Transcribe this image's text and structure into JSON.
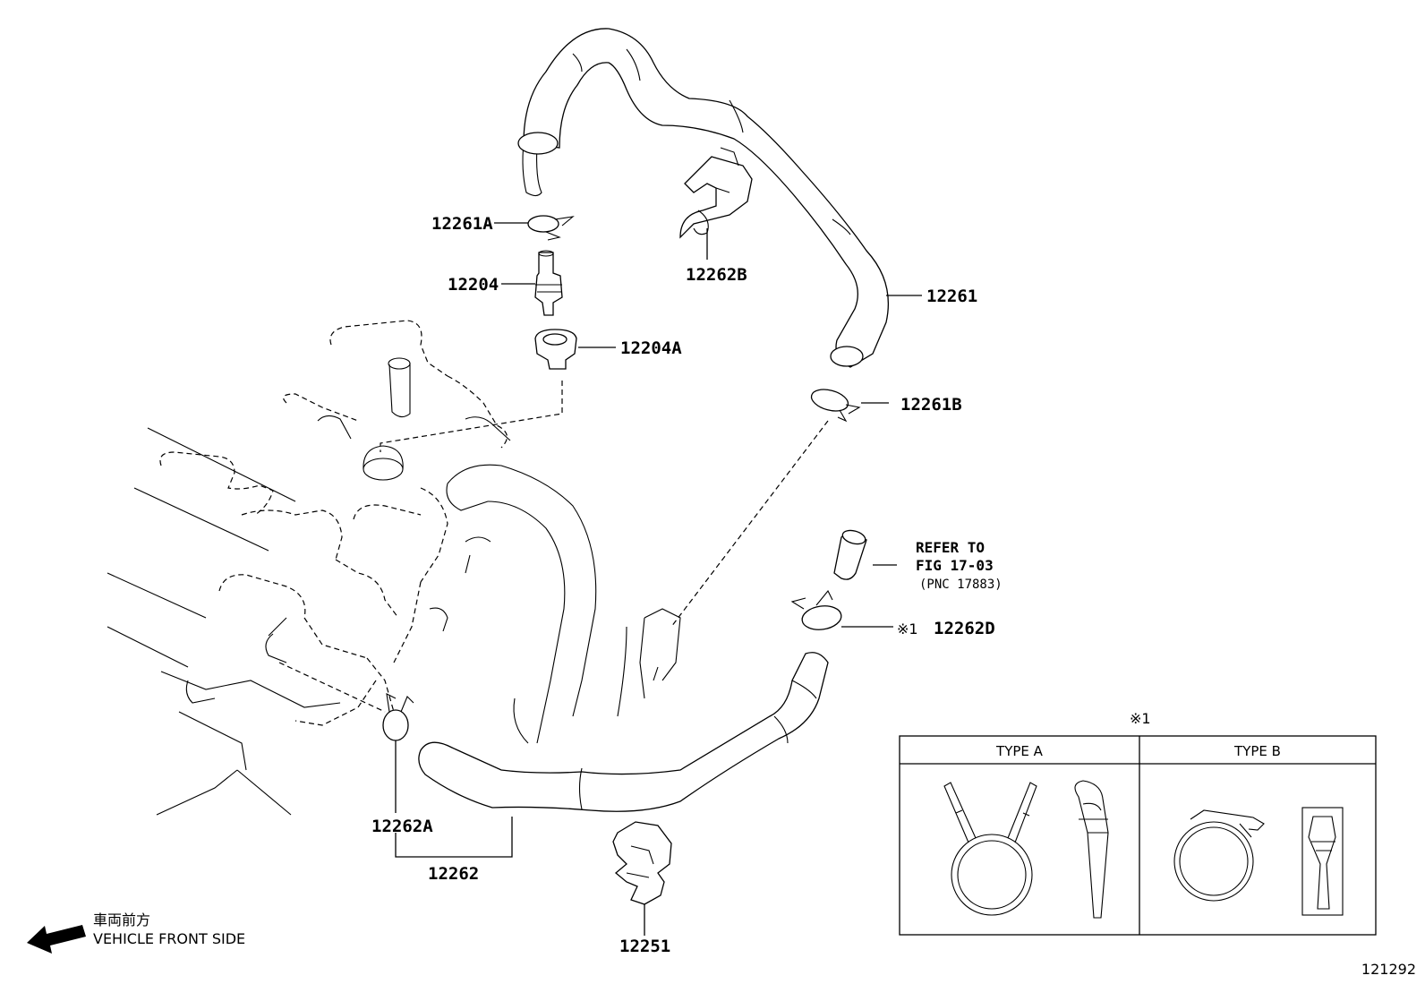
{
  "parts": {
    "p12261A": "12261A",
    "p12204": "12204",
    "p12204A": "12204A",
    "p12262B": "12262B",
    "p12261": "12261",
    "p12261B": "12261B",
    "p12262D": "12262D",
    "p12262A": "12262A",
    "p12262": "12262",
    "p12251": "12251"
  },
  "refer": {
    "line1": "REFER TO",
    "line2": "FIG 17-03",
    "line3": "(PNC 17883)"
  },
  "note_mark": "※1",
  "inset": {
    "mark": "※1",
    "type_a": "TYPE A",
    "type_b": "TYPE B"
  },
  "direction": {
    "japanese": "車両前方",
    "english": "VEHICLE FRONT SIDE"
  },
  "illustration_number": "121292"
}
